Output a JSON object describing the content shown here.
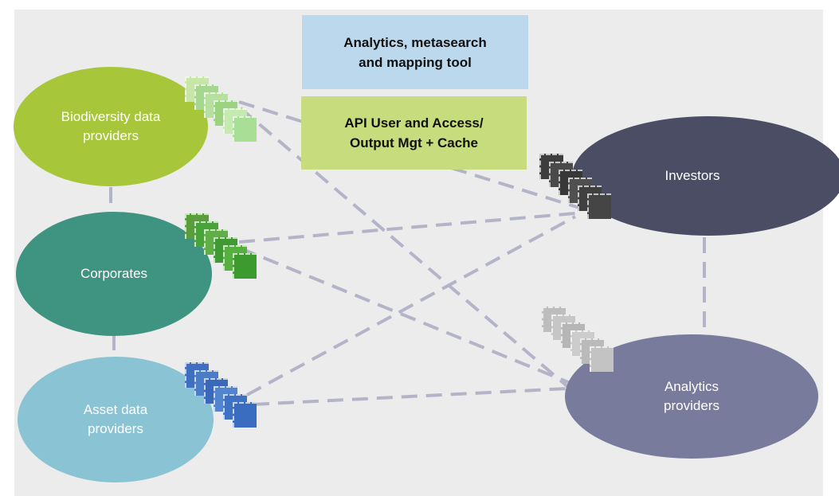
{
  "diagram": {
    "nodes": {
      "biodiversity": "Biodiversity data\nproviders",
      "corporates": "Corporates",
      "asset": "Asset data\nproviders",
      "investors": "Investors",
      "analytics": "Analytics\nproviders"
    },
    "boxes": {
      "analytics_tool": "Analytics, metasearch\nand mapping tool",
      "api_mgmt": "API User and Access/\nOutput Mgt + Cache"
    },
    "colors": {
      "background": "#ececec",
      "biodiversity": "#a7c63a",
      "corporates": "#3f9481",
      "asset": "#8ac3d3",
      "investors": "#4a4d63",
      "analytics": "#787b9b",
      "analytics_tool_box": "#bcd8ec",
      "api_box": "#c7dc7c",
      "connector": "#b4b4c8"
    }
  }
}
